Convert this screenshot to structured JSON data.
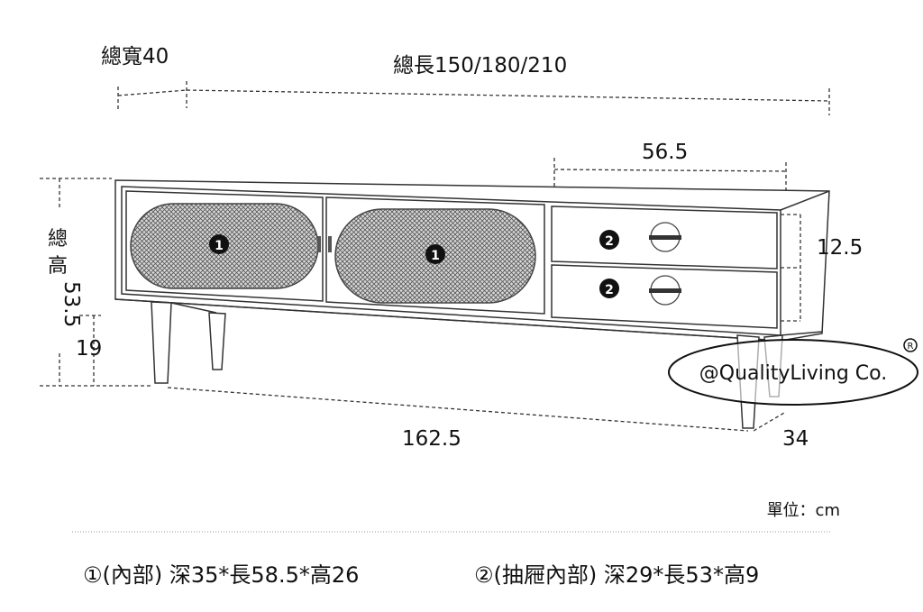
{
  "dimensions": {
    "total_width": "總寬40",
    "total_length": "總長150/180/210",
    "drawer_width": "56.5",
    "drawer_height": "12.5",
    "total_height_label_1": "總",
    "total_height_label_2": "高",
    "total_height_value": "53.5",
    "leg_height": "19",
    "leg_span": "162.5",
    "depth": "34"
  },
  "markers": {
    "door": "1",
    "drawer": "2"
  },
  "watermark": {
    "text": "@QualityLiving Co.",
    "mark": "R"
  },
  "unit": "單位：cm",
  "notes": [
    "①(內部) 深35*長58.5*高26",
    "②(抽屜內部) 深29*長53*高9"
  ]
}
